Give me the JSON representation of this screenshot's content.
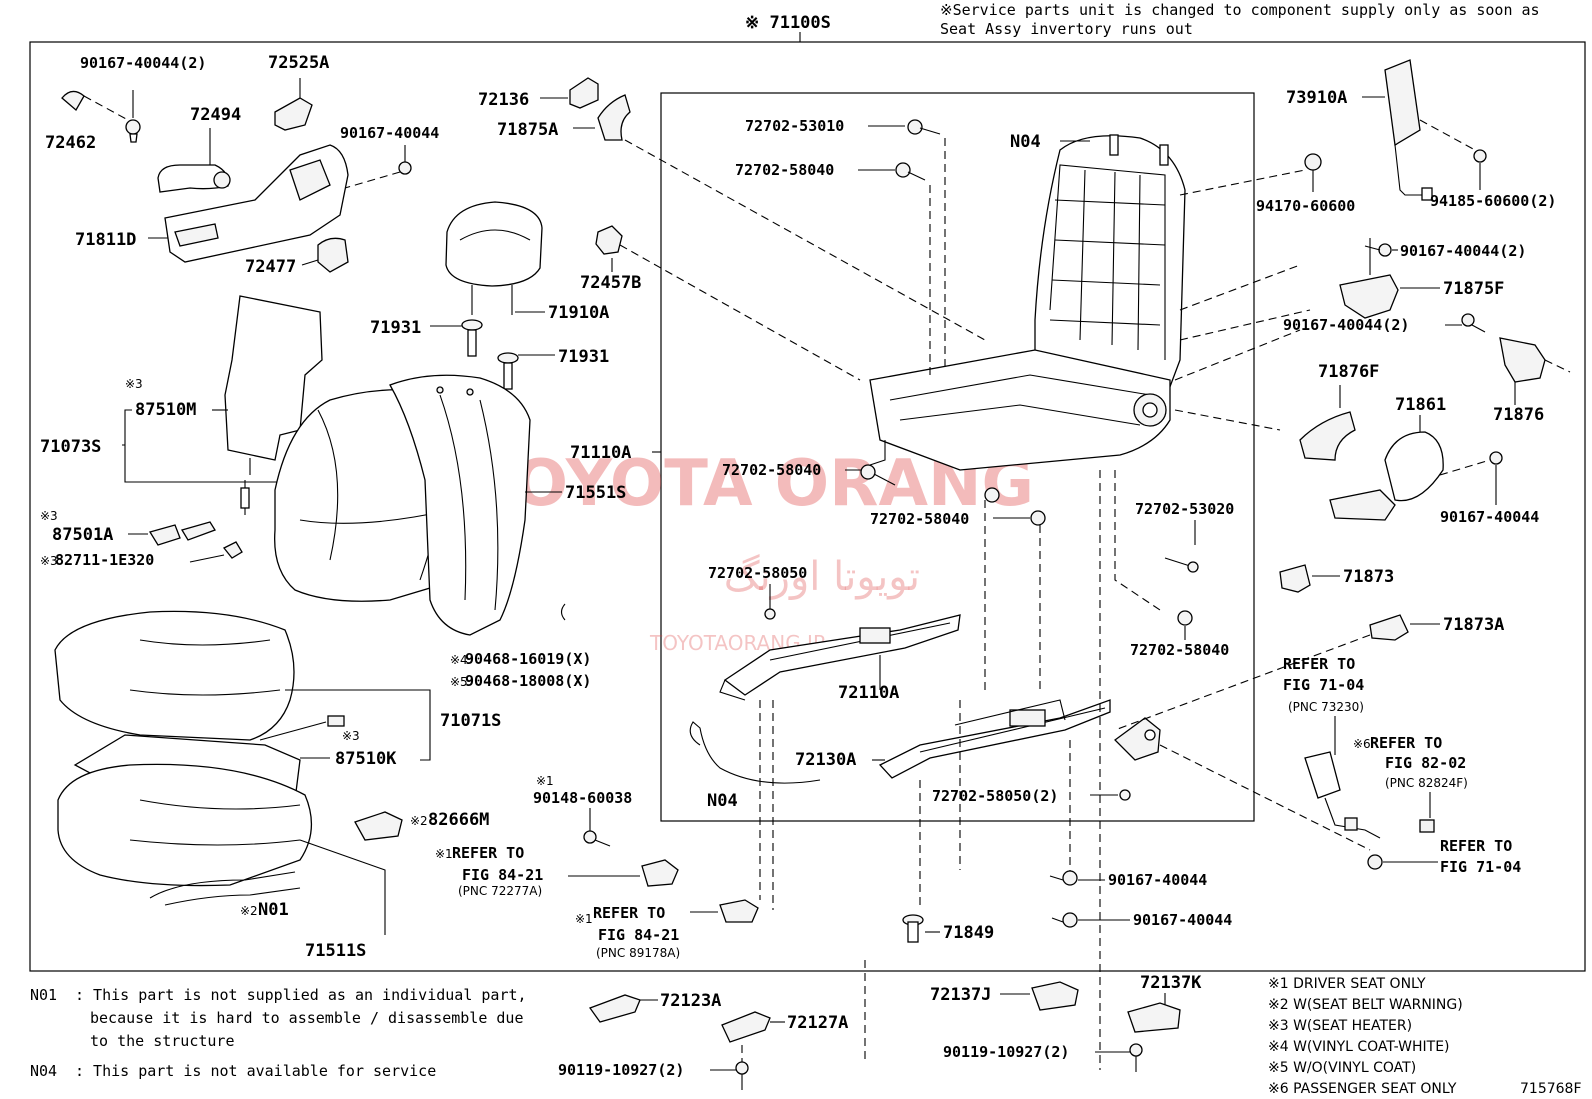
{
  "header": {
    "assembly": "※ 71100S",
    "service_note_1": "※Service parts unit is changed to component supply only as soon as",
    "service_note_2": "Seat Assy invertory runs out"
  },
  "parts": {
    "p90167_40044_2_tl": "90167-40044(2)",
    "p72525A": "72525A",
    "p72462": "72462",
    "p72494": "72494",
    "p90167_40044_a": "90167-40044",
    "p71811D": "71811D",
    "p72477": "72477",
    "p72136": "72136",
    "p71875A": "71875A",
    "p72457B": "72457B",
    "p71931_a": "71931",
    "p71910A": "71910A",
    "p71931_b": "71931",
    "p87510M": "87510M",
    "p71073S": "71073S",
    "p87501A": "87501A",
    "p82711": "82711-1E320",
    "p71110A": "71110A",
    "p71551S": "71551S",
    "p90468_16019": "90468-16019(X)",
    "p90468_18008": "90468-18008(X)",
    "p71071S": "71071S",
    "p87510K": "87510K",
    "p82666M": "82666M",
    "p90148": "90148-60038",
    "pN01": "N01",
    "p71511S": "71511S",
    "p72702_53010": "72702-53010",
    "p72702_58040_a": "72702-58040",
    "pN04_top": "N04",
    "p72702_58040_b": "72702-58040",
    "p72702_58040_c": "72702-58040",
    "p72702_58050_a": "72702-58050",
    "p72110A": "72110A",
    "p72130A": "72130A",
    "pN04_bot": "N04",
    "p72702_53020": "72702-53020",
    "p72702_58040_d": "72702-58040",
    "p72702_58050_2": "72702-58050(2)",
    "p90167_40044_b": "90167-40044",
    "p90167_40044_c": "90167-40044",
    "p71849": "71849",
    "p73910A": "73910A",
    "p94170": "94170-60600",
    "p94185": "94185-60600(2)",
    "p90167_40044_2_r1": "90167-40044(2)",
    "p71875F": "71875F",
    "p90167_40044_2_r2": "90167-40044(2)",
    "p71876F": "71876F",
    "p71861": "71861",
    "p71876": "71876",
    "p90167_40044_r": "90167-40044",
    "p71873": "71873",
    "p71873A": "71873A",
    "p72123A": "72123A",
    "p72127A": "72127A",
    "p90119_a": "90119-10927(2)",
    "p72137J": "72137J",
    "p72137K": "72137K",
    "p90119_b": "90119-10927(2)"
  },
  "marks": {
    "m3": "※3",
    "m4": "※4",
    "m5": "※5",
    "m1": "※1",
    "m2": "※2",
    "m6": "※6"
  },
  "refs": {
    "r1_line1": "REFER TO",
    "r1_line2": "FIG 84-21",
    "r1_pnc": "(PNC 72277A)",
    "r2_line1": "REFER TO",
    "r2_line2": "FIG 84-21",
    "r2_pnc": "(PNC 89178A)",
    "r3_line1": "REFER TO",
    "r3_line2": "FIG 71-04",
    "r3_pnc": "(PNC 73230)",
    "r4_line1": "REFER TO",
    "r4_line2": "FIG 82-02",
    "r4_pnc": "(PNC 82824F)",
    "r5_line1": "REFER TO",
    "r5_line2": "FIG 71-04"
  },
  "notes": {
    "n01_code": "N01",
    "n01_l1": ": This part is not supplied as an individual part,",
    "n01_l2": "because it is hard to assemble / disassemble due",
    "n01_l3": "to the structure",
    "n04_code": "N04",
    "n04_l1": ": This part is not available for service"
  },
  "footnotes": [
    "※1 DRIVER SEAT ONLY",
    "※2 W(SEAT BELT WARNING)",
    "※3 W(SEAT HEATER)",
    "※4 W(VINYL COAT-WHITE)",
    "※5 W/O(VINYL COAT)",
    "※6 PASSENGER SEAT ONLY"
  ],
  "figure_id": "715768F",
  "watermark": {
    "main": "TOYOTA ORANG",
    "arabic": "تویوتا اورنگ",
    "small": "TOYOTAORANG.IR"
  }
}
